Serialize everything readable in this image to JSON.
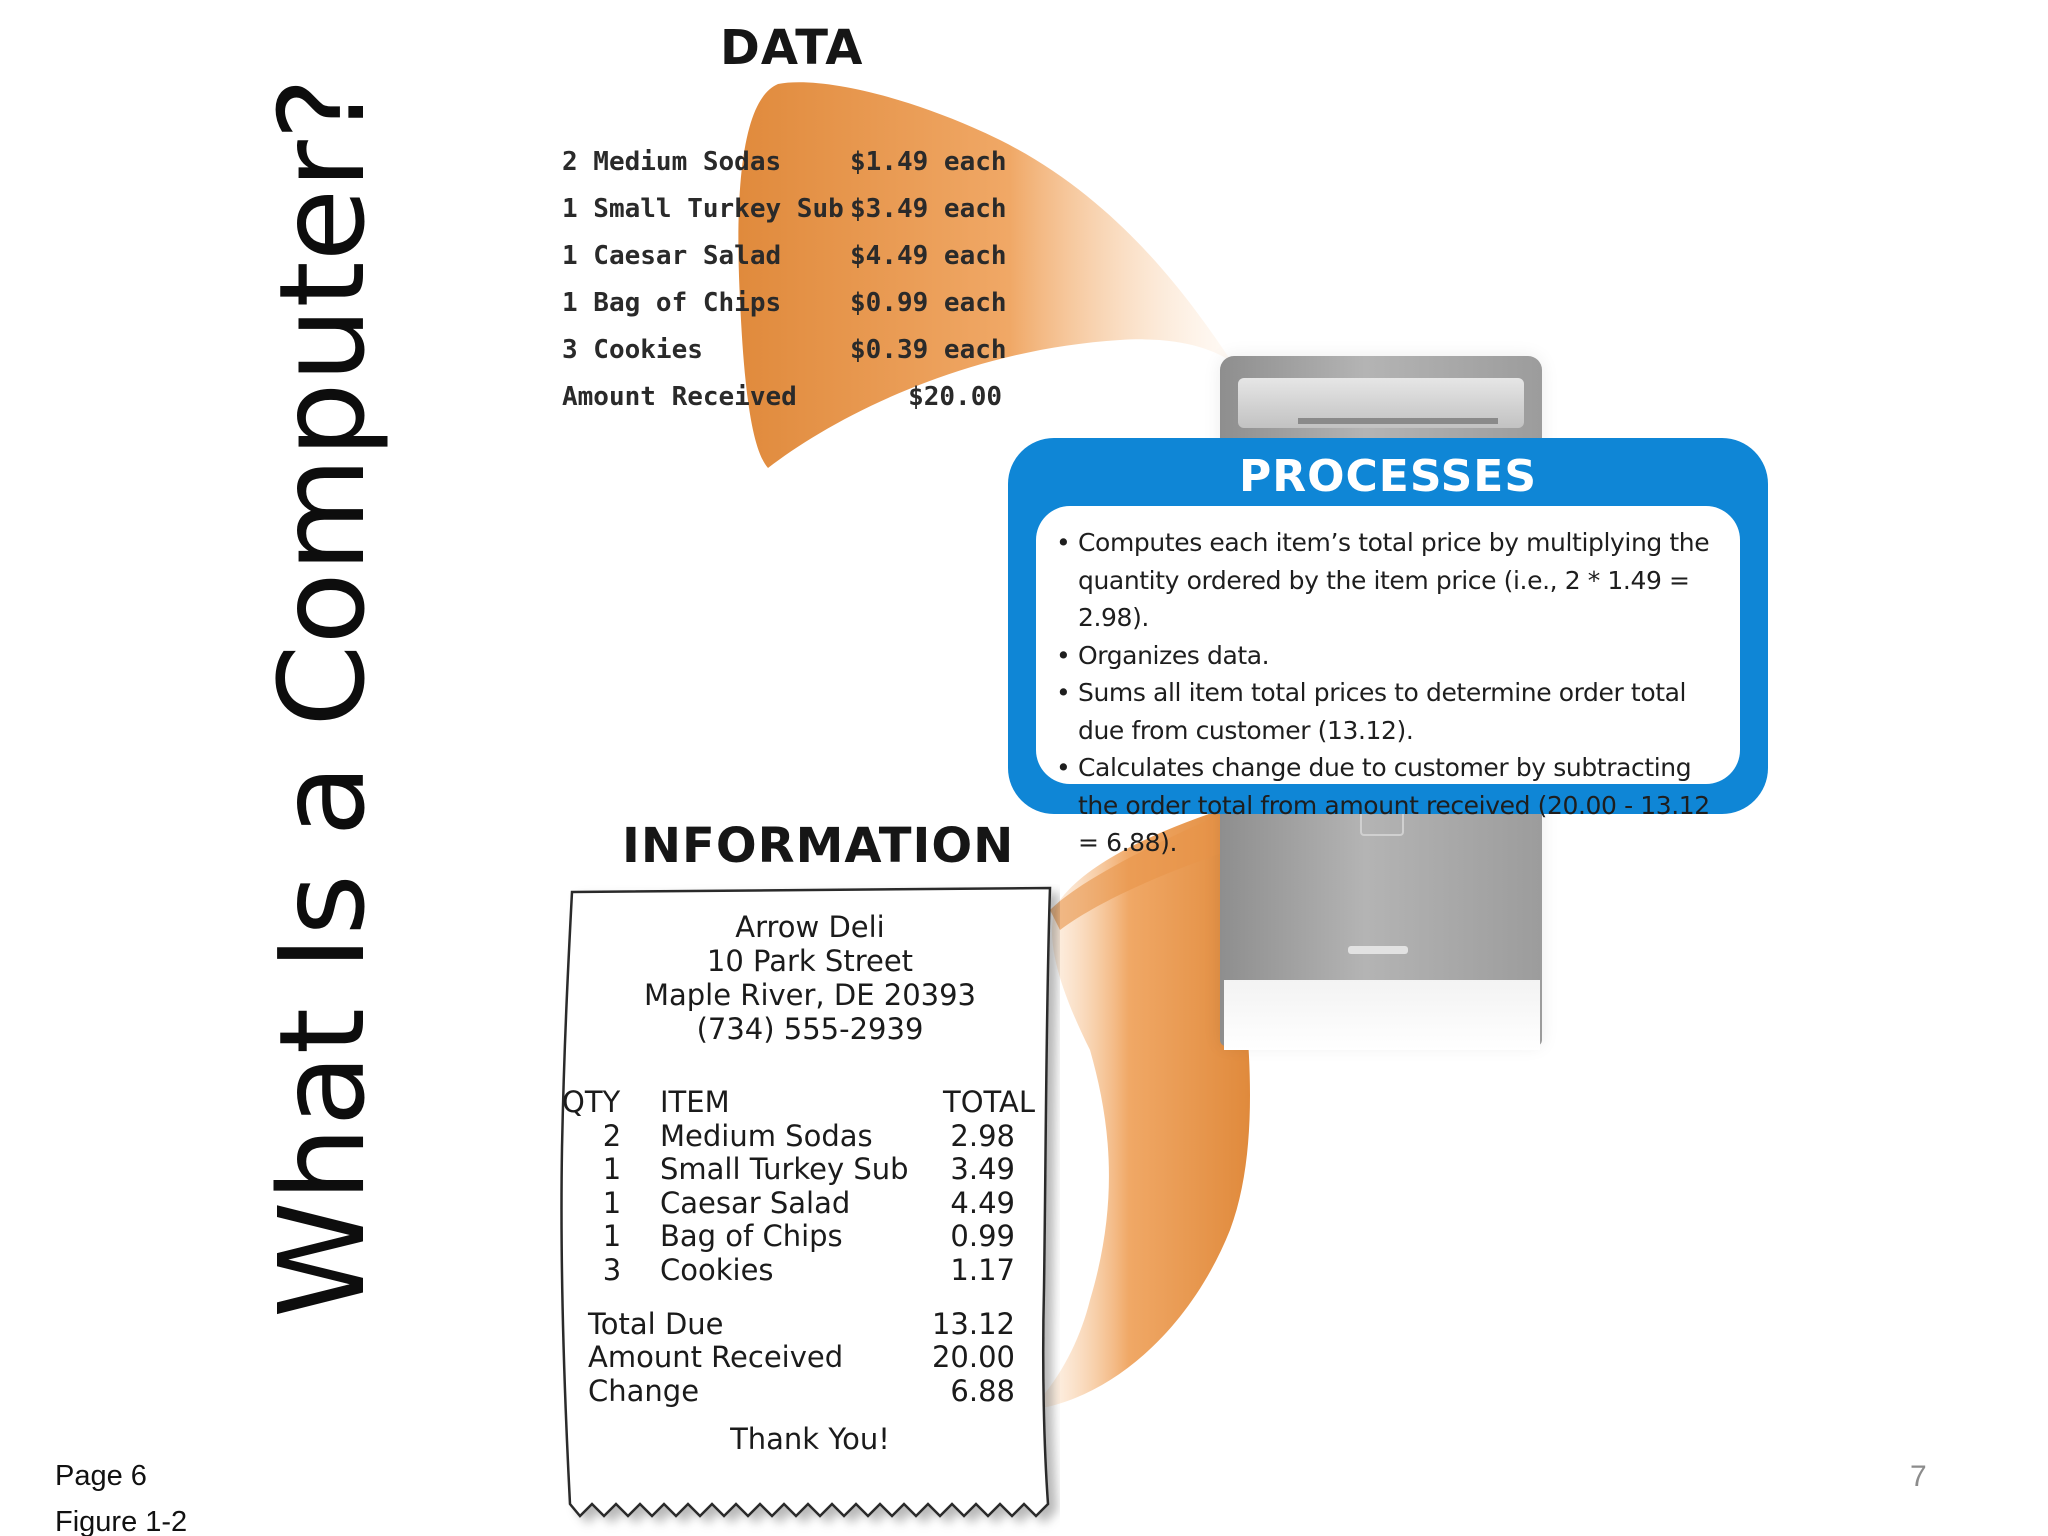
{
  "slide": {
    "title": "What Is a Computer?",
    "page_ref": "Page 6",
    "figure_ref": "Figure 1-2",
    "slide_number": "7"
  },
  "colors": {
    "ribbon": "#e8954a",
    "processes_blue": "#0f86d6",
    "tower_gray": "#a3a3a3"
  },
  "data": {
    "heading": "DATA",
    "items": [
      {
        "item": "2 Medium Sodas",
        "price": "$1.49 each"
      },
      {
        "item": "1 Small Turkey Sub",
        "price": "$3.49 each"
      },
      {
        "item": "1 Caesar Salad",
        "price": "$4.49 each"
      },
      {
        "item": "1 Bag of Chips",
        "price": "$0.99 each"
      },
      {
        "item": "3 Cookies",
        "price": "$0.39 each"
      },
      {
        "item": "Amount Received",
        "price": "$20.00"
      }
    ]
  },
  "processes": {
    "heading": "PROCESSES",
    "items": [
      "Computes each item’s total price by multiplying the quantity ordered by the item price (i.e., 2 * 1.49 = 2.98).",
      "Organizes data.",
      "Sums all item total prices to determine order total due from customer (13.12).",
      "Calculates change due to customer by subtracting the order total from amount received (20.00 - 13.12 = 6.88)."
    ]
  },
  "information": {
    "heading": "INFORMATION",
    "receipt": {
      "store": "Arrow Deli",
      "street": "10 Park Street",
      "city": "Maple River, DE 20393",
      "phone": "(734) 555-2939",
      "col_qty": "QTY",
      "col_item": "ITEM",
      "col_total": "TOTAL",
      "lines": [
        {
          "qty": "2",
          "item": "Medium Sodas",
          "total": "2.98"
        },
        {
          "qty": "1",
          "item": "Small Turkey Sub",
          "total": "3.49"
        },
        {
          "qty": "1",
          "item": "Caesar Salad",
          "total": "4.49"
        },
        {
          "qty": "1",
          "item": "Bag of Chips",
          "total": "0.99"
        },
        {
          "qty": "3",
          "item": "Cookies",
          "total": "1.17"
        }
      ],
      "summary": [
        {
          "label": "Total Due",
          "value": "13.12"
        },
        {
          "label": "Amount Received",
          "value": "20.00"
        },
        {
          "label": "Change",
          "value": "6.88"
        }
      ],
      "thanks": "Thank You!"
    }
  }
}
